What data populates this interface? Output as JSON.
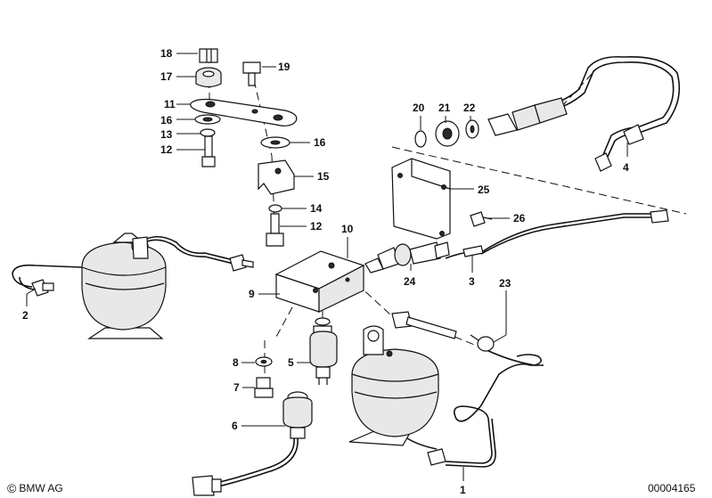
{
  "labels": {
    "p1": "1",
    "p2": "2",
    "p3": "3",
    "p4": "4",
    "p5": "5",
    "p6": "6",
    "p7": "7",
    "p8": "8",
    "p9": "9",
    "p10": "10",
    "p11": "11",
    "p12a": "12",
    "p12b": "12",
    "p13": "13",
    "p14": "14",
    "p15": "15",
    "p16a": "16",
    "p16b": "16",
    "p17": "17",
    "p18": "18",
    "p19": "19",
    "p20": "20",
    "p21": "21",
    "p22": "22",
    "p23": "23",
    "p24": "24",
    "p25": "25",
    "p26": "26"
  },
  "footer": {
    "copyright_symbol": "©",
    "brand": "BMW AG",
    "diagram_number": "00004165"
  }
}
